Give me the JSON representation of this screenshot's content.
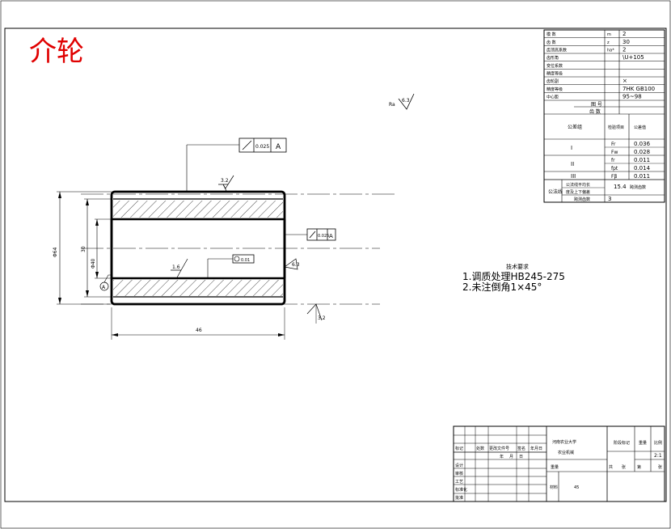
{
  "title": "介轮",
  "corner_mark": "Ra",
  "surface_finish": {
    "corner": "6.3",
    "top": "3.2",
    "bore": "1.6",
    "chamfer": "6.3",
    "bottom": "3.2"
  },
  "gdt": {
    "top_value": "0.025",
    "top_datum": "A",
    "side_value": "0.025",
    "side_datum": "A",
    "cyl_value": "0.01"
  },
  "datum_label": "A",
  "dims": {
    "length": "46",
    "outer": "Φ64",
    "bore": "Φ40",
    "chamfer": "1×45°",
    "left_small": "30"
  },
  "tech_req": {
    "heading": "技术要求",
    "items": [
      "1.调质处理HB245-275",
      "2.未注倒角1×45°"
    ]
  },
  "param_table": {
    "rows": [
      {
        "label": "模  数",
        "sym": "m",
        "val": "2"
      },
      {
        "label": "齿  数",
        "sym": "z",
        "val": "30"
      },
      {
        "label": "齿顶高系数",
        "sym": "ha*",
        "val": "2"
      },
      {
        "label": "齿形角",
        "sym": "",
        "val": "\\U+105"
      },
      {
        "label": "变位系数",
        "sym": "",
        "val": ""
      },
      {
        "label": "精度等级",
        "sym": "",
        "val": ""
      },
      {
        "label": "齿轮副",
        "sym": "",
        "val": "×"
      },
      {
        "label": "精度等级",
        "sym": "",
        "val": "7HK GB100"
      },
      {
        "label": "中心距",
        "sym": "",
        "val": "95~98"
      }
    ],
    "pair_header": [
      "图 号",
      "齿 数"
    ],
    "group_header": [
      "公差组",
      "检验项目",
      "公差值"
    ],
    "groups": [
      {
        "name": "I",
        "items": [
          {
            "sym": "Fr",
            "val": "0.036"
          },
          {
            "sym": "Fw",
            "val": "0.028"
          }
        ]
      },
      {
        "name": "II",
        "items": [
          {
            "sym": "fr",
            "val": "0.011"
          },
          {
            "sym": "fpt",
            "val": "0.014"
          }
        ]
      },
      {
        "name": "III",
        "items": [
          {
            "sym": "Fβ",
            "val": "0.011"
          }
        ]
      }
    ],
    "footer": {
      "label": "公法线",
      "row1": "公法线平均长",
      "row2": "度及上下偏差",
      "value": "15.4",
      "value_note": "跨测齿数",
      "row3": "跨测齿数",
      "row3_val": "3"
    }
  },
  "title_block": {
    "school": "河南农业大学",
    "dept": "农业机械",
    "scale_label": "比例",
    "scale": "2:1",
    "material_label": "材料",
    "material": "45",
    "weight_label": "重量",
    "sheet_label": "共",
    "sheet_label2": "张",
    "sheet_label3": "第",
    "stage_label": "阶段标记",
    "headers": [
      "标记",
      "处数",
      "更改文件号",
      "签名",
      "年月日"
    ],
    "sub": [
      "年",
      "月",
      "日"
    ],
    "rows": [
      "设计",
      "审核",
      "工艺",
      "标准化",
      "批准"
    ],
    "marks": [
      "共",
      "张",
      "第",
      "张"
    ]
  }
}
